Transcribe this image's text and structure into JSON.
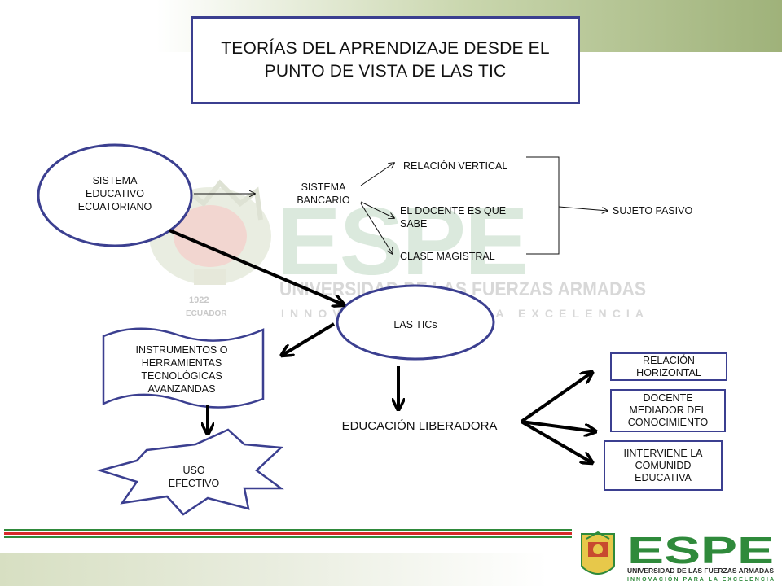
{
  "title": "TEORÍAS DEL APRENDIZAJE DESDE EL PUNTO DE VISTA DE LAS TIC",
  "nodes": {
    "sistema_educativo": "SISTEMA EDUCATIVO ECUATORIANO",
    "sistema_bancario": "SISTEMA BANCARIO",
    "relacion_vertical": "RELACIÓN VERTICAL",
    "docente_sabe": "EL DOCENTE ES QUE SABE",
    "clase_magistral": "CLASE MAGISTRAL",
    "sujeto_pasivo": "SUJETO PASIVO",
    "las_tics": "LAS TICs",
    "instrumentos": "INSTRUMENTOS O HERRAMIENTAS TECNOLÓGICAS AVANZANDAS",
    "uso_efectivo": "USO EFECTIVO",
    "educacion_liberadora": "EDUCACIÓN LIBERADORA",
    "relacion_horizontal": "RELACIÓN HORIZONTAL",
    "docente_mediador": "DOCENTE MEDIADOR DEL CONOCIMIENTO",
    "interviene": "IINTERVIENE LA COMUNIDD EDUCATIVA"
  },
  "watermark": {
    "acronym": "ESPE",
    "university": "UNIVERSIDAD DE LAS FUERZAS ARMADAS",
    "tagline": "INNOVACIÓN PARA LA EXCELENCIA",
    "year": "1922",
    "country": "ECUADOR"
  },
  "logo": {
    "acronym": "ESPE",
    "university": "UNIVERSIDAD DE LAS FUERZAS ARMADAS",
    "tagline": "INNOVACIÓN PARA LA EXCELENCIA"
  },
  "colors": {
    "outline": "#3b3f90",
    "arrow": "#000000",
    "brand_green": "#2f8a3b",
    "stripe_red": "#d62a2a",
    "stripe_green": "#2f8a3b"
  }
}
